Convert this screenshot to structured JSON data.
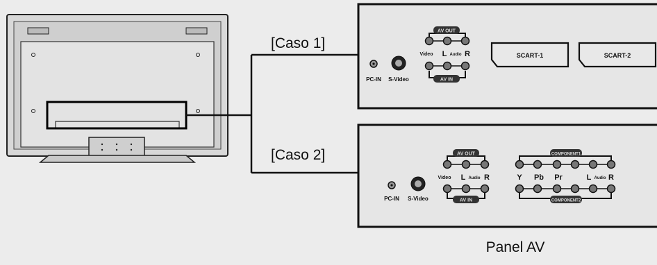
{
  "labels": {
    "case1": "[Caso 1]",
    "case2": "[Caso 2]",
    "panel": "Panel AV"
  },
  "panel1": {
    "pc_in": "PC-IN",
    "s_video": "S-Video",
    "av_out": "AV OUT",
    "av_in": "AV IN",
    "video": "Video",
    "l": "L",
    "audio": "Audio",
    "r": "R",
    "scart1": "SCART-1",
    "scart2": "SCART-2"
  },
  "panel2": {
    "pc_in": "PC-IN",
    "s_video": "S-Video",
    "av_out": "AV OUT",
    "av_in": "AV IN",
    "video": "Video",
    "l": "L",
    "audio": "Audio",
    "r": "R",
    "component1": "COMPONENT1",
    "component2": "COMPONENT2",
    "comp_labels": [
      "Y",
      "Pb",
      "Pr",
      "L",
      "Audio",
      "R"
    ]
  },
  "colors": {
    "line": "#111111",
    "panel_fill": "#e6e6e6",
    "tv_fill": "#dcdcdc"
  }
}
